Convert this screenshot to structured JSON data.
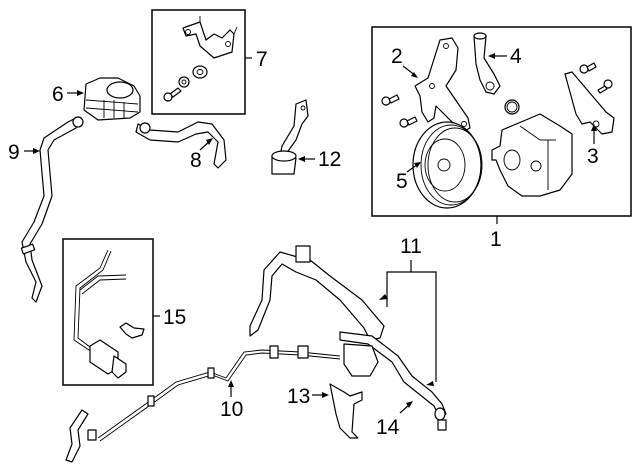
{
  "diagram": {
    "title": "Power Steering Pump & Lines - Exploded Parts Diagram",
    "callouts": [
      {
        "id": "1",
        "label": "1",
        "part": "power-steering-pump-assembly"
      },
      {
        "id": "2",
        "label": "2",
        "part": "pump-mounting-bracket"
      },
      {
        "id": "3",
        "label": "3",
        "part": "pump-rear-bracket"
      },
      {
        "id": "4",
        "label": "4",
        "part": "inlet-fitting"
      },
      {
        "id": "5",
        "label": "5",
        "part": "pulley"
      },
      {
        "id": "6",
        "label": "6",
        "part": "reservoir"
      },
      {
        "id": "7",
        "label": "7",
        "part": "reservoir-bracket-kit"
      },
      {
        "id": "8",
        "label": "8",
        "part": "reservoir-to-pump-hose"
      },
      {
        "id": "9",
        "label": "9",
        "part": "return-hose"
      },
      {
        "id": "10",
        "label": "10",
        "part": "return-line"
      },
      {
        "id": "11",
        "label": "11",
        "part": "pressure-hose"
      },
      {
        "id": "12",
        "label": "12",
        "part": "bracket-clamp"
      },
      {
        "id": "13",
        "label": "13",
        "part": "line-bracket"
      },
      {
        "id": "14",
        "label": "14",
        "part": "pressure-line"
      },
      {
        "id": "15",
        "label": "15",
        "part": "cooler-line-kit"
      }
    ]
  }
}
